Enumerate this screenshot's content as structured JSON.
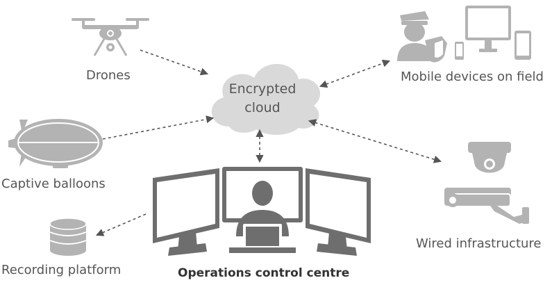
{
  "nodes": {
    "cloud": {
      "line1": "Encrypted",
      "line2": "cloud"
    },
    "drones": {
      "label": "Drones"
    },
    "mobile": {
      "label": "Mobile devices on field"
    },
    "balloons": {
      "label": "Captive balloons"
    },
    "wired": {
      "label": "Wired infrastructure"
    },
    "recording": {
      "label": "Recording platform"
    },
    "operations": {
      "label": "Operations control centre"
    }
  },
  "connections": [
    {
      "from": "drones",
      "to": "cloud",
      "direction": "to-cloud"
    },
    {
      "from": "balloons",
      "to": "cloud",
      "direction": "to-cloud"
    },
    {
      "from": "cloud",
      "to": "mobile",
      "direction": "bidirectional"
    },
    {
      "from": "cloud",
      "to": "wired",
      "direction": "bidirectional"
    },
    {
      "from": "cloud",
      "to": "operations",
      "direction": "bidirectional"
    },
    {
      "from": "operations",
      "to": "recording",
      "direction": "to-recording"
    }
  ],
  "colors": {
    "icon": "#b3b3b3",
    "icon_dark": "#6e6e6e",
    "cloud": "#d9d9d9",
    "arrow": "#555555",
    "text": "#555555"
  }
}
